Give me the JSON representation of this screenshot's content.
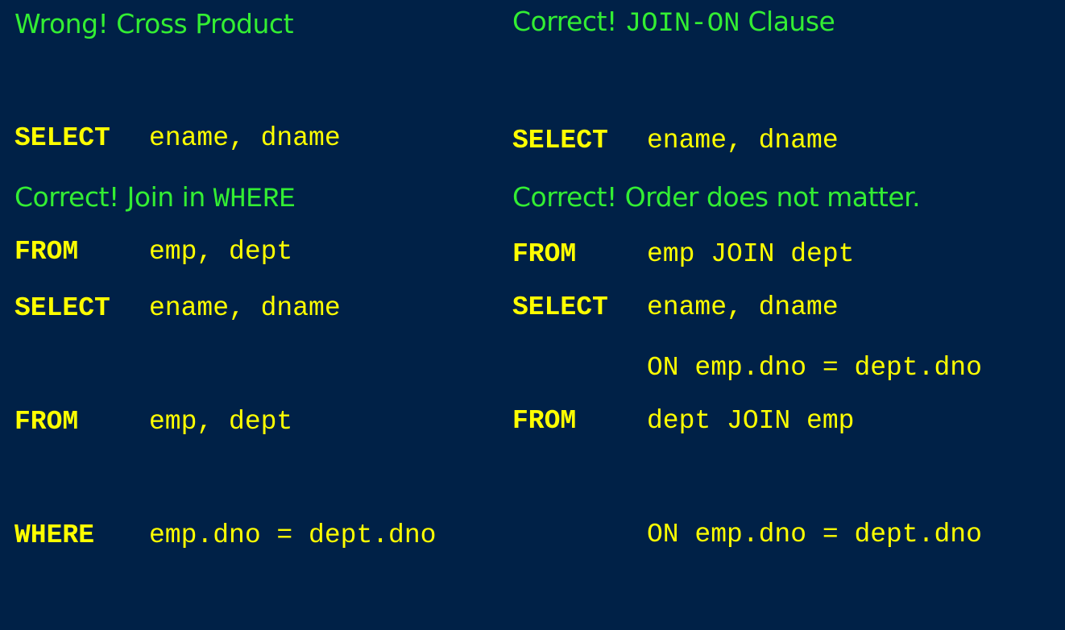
{
  "panels": [
    {
      "title_prefix": "Wrong! Cross Product",
      "title_mono": "",
      "title_suffix": "",
      "rows": [
        {
          "keyword": "SELECT",
          "text": "ename, dname"
        },
        {
          "keyword": "FROM",
          "text": "emp, dept"
        }
      ]
    },
    {
      "title_prefix": "Correct! ",
      "title_mono": "JOIN-ON",
      "title_suffix": " Clause",
      "rows": [
        {
          "keyword": "SELECT",
          "text": "ename, dname"
        },
        {
          "keyword": "FROM",
          "text": "emp JOIN dept"
        },
        {
          "keyword": "",
          "text": "ON emp.dno = dept.dno"
        }
      ]
    },
    {
      "title_prefix": "Correct! Join in ",
      "title_mono": "WHERE",
      "title_suffix": "",
      "rows": [
        {
          "keyword": "SELECT",
          "text": "ename, dname"
        },
        {
          "keyword": "FROM",
          "text": "emp, dept"
        },
        {
          "keyword": "WHERE",
          "text": "emp.dno = dept.dno"
        }
      ]
    },
    {
      "title_prefix": "Correct! Order does not matter.",
      "title_mono": "",
      "title_suffix": "",
      "rows": [
        {
          "keyword": "SELECT",
          "text": "ename, dname"
        },
        {
          "keyword": "FROM",
          "text": "dept JOIN emp"
        },
        {
          "keyword": "",
          "text": "ON emp.dno = dept.dno"
        }
      ]
    }
  ],
  "colors": {
    "background": "#002147",
    "title": "#33EE33",
    "code": "#FFFF00"
  }
}
